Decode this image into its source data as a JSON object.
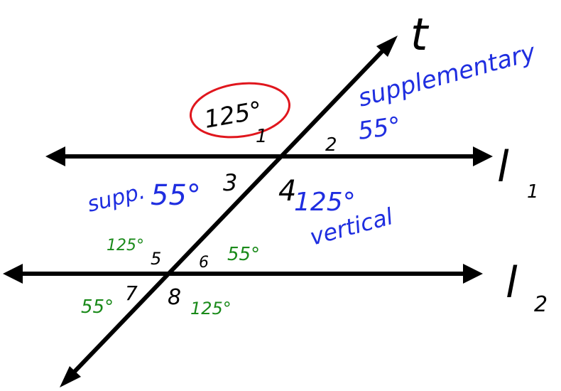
{
  "colors": {
    "ink": "#000000",
    "blue": "#1f2ee0",
    "green": "#1a8a1a",
    "red": "#e0161d",
    "background": "#ffffff"
  },
  "labels": {
    "transversal": "t",
    "line1": "l",
    "line1_sub": "1",
    "line2": "l",
    "line2_sub": "2"
  },
  "angles": {
    "a1": {
      "number": "1",
      "measure": "125°"
    },
    "a2": {
      "number": "2",
      "measure": "55°"
    },
    "a3": {
      "number": "3",
      "measure": "55°"
    },
    "a4": {
      "number": "4",
      "measure": "125°"
    },
    "a5": {
      "number": "5",
      "measure": "125°"
    },
    "a6": {
      "number": "6",
      "measure": "55°"
    },
    "a7": {
      "number": "7",
      "measure": "55°"
    },
    "a8": {
      "number": "8",
      "measure": "125°"
    }
  },
  "notes": {
    "supplementary": "supplementary",
    "supp": "supp.",
    "vertical": "vertical"
  }
}
